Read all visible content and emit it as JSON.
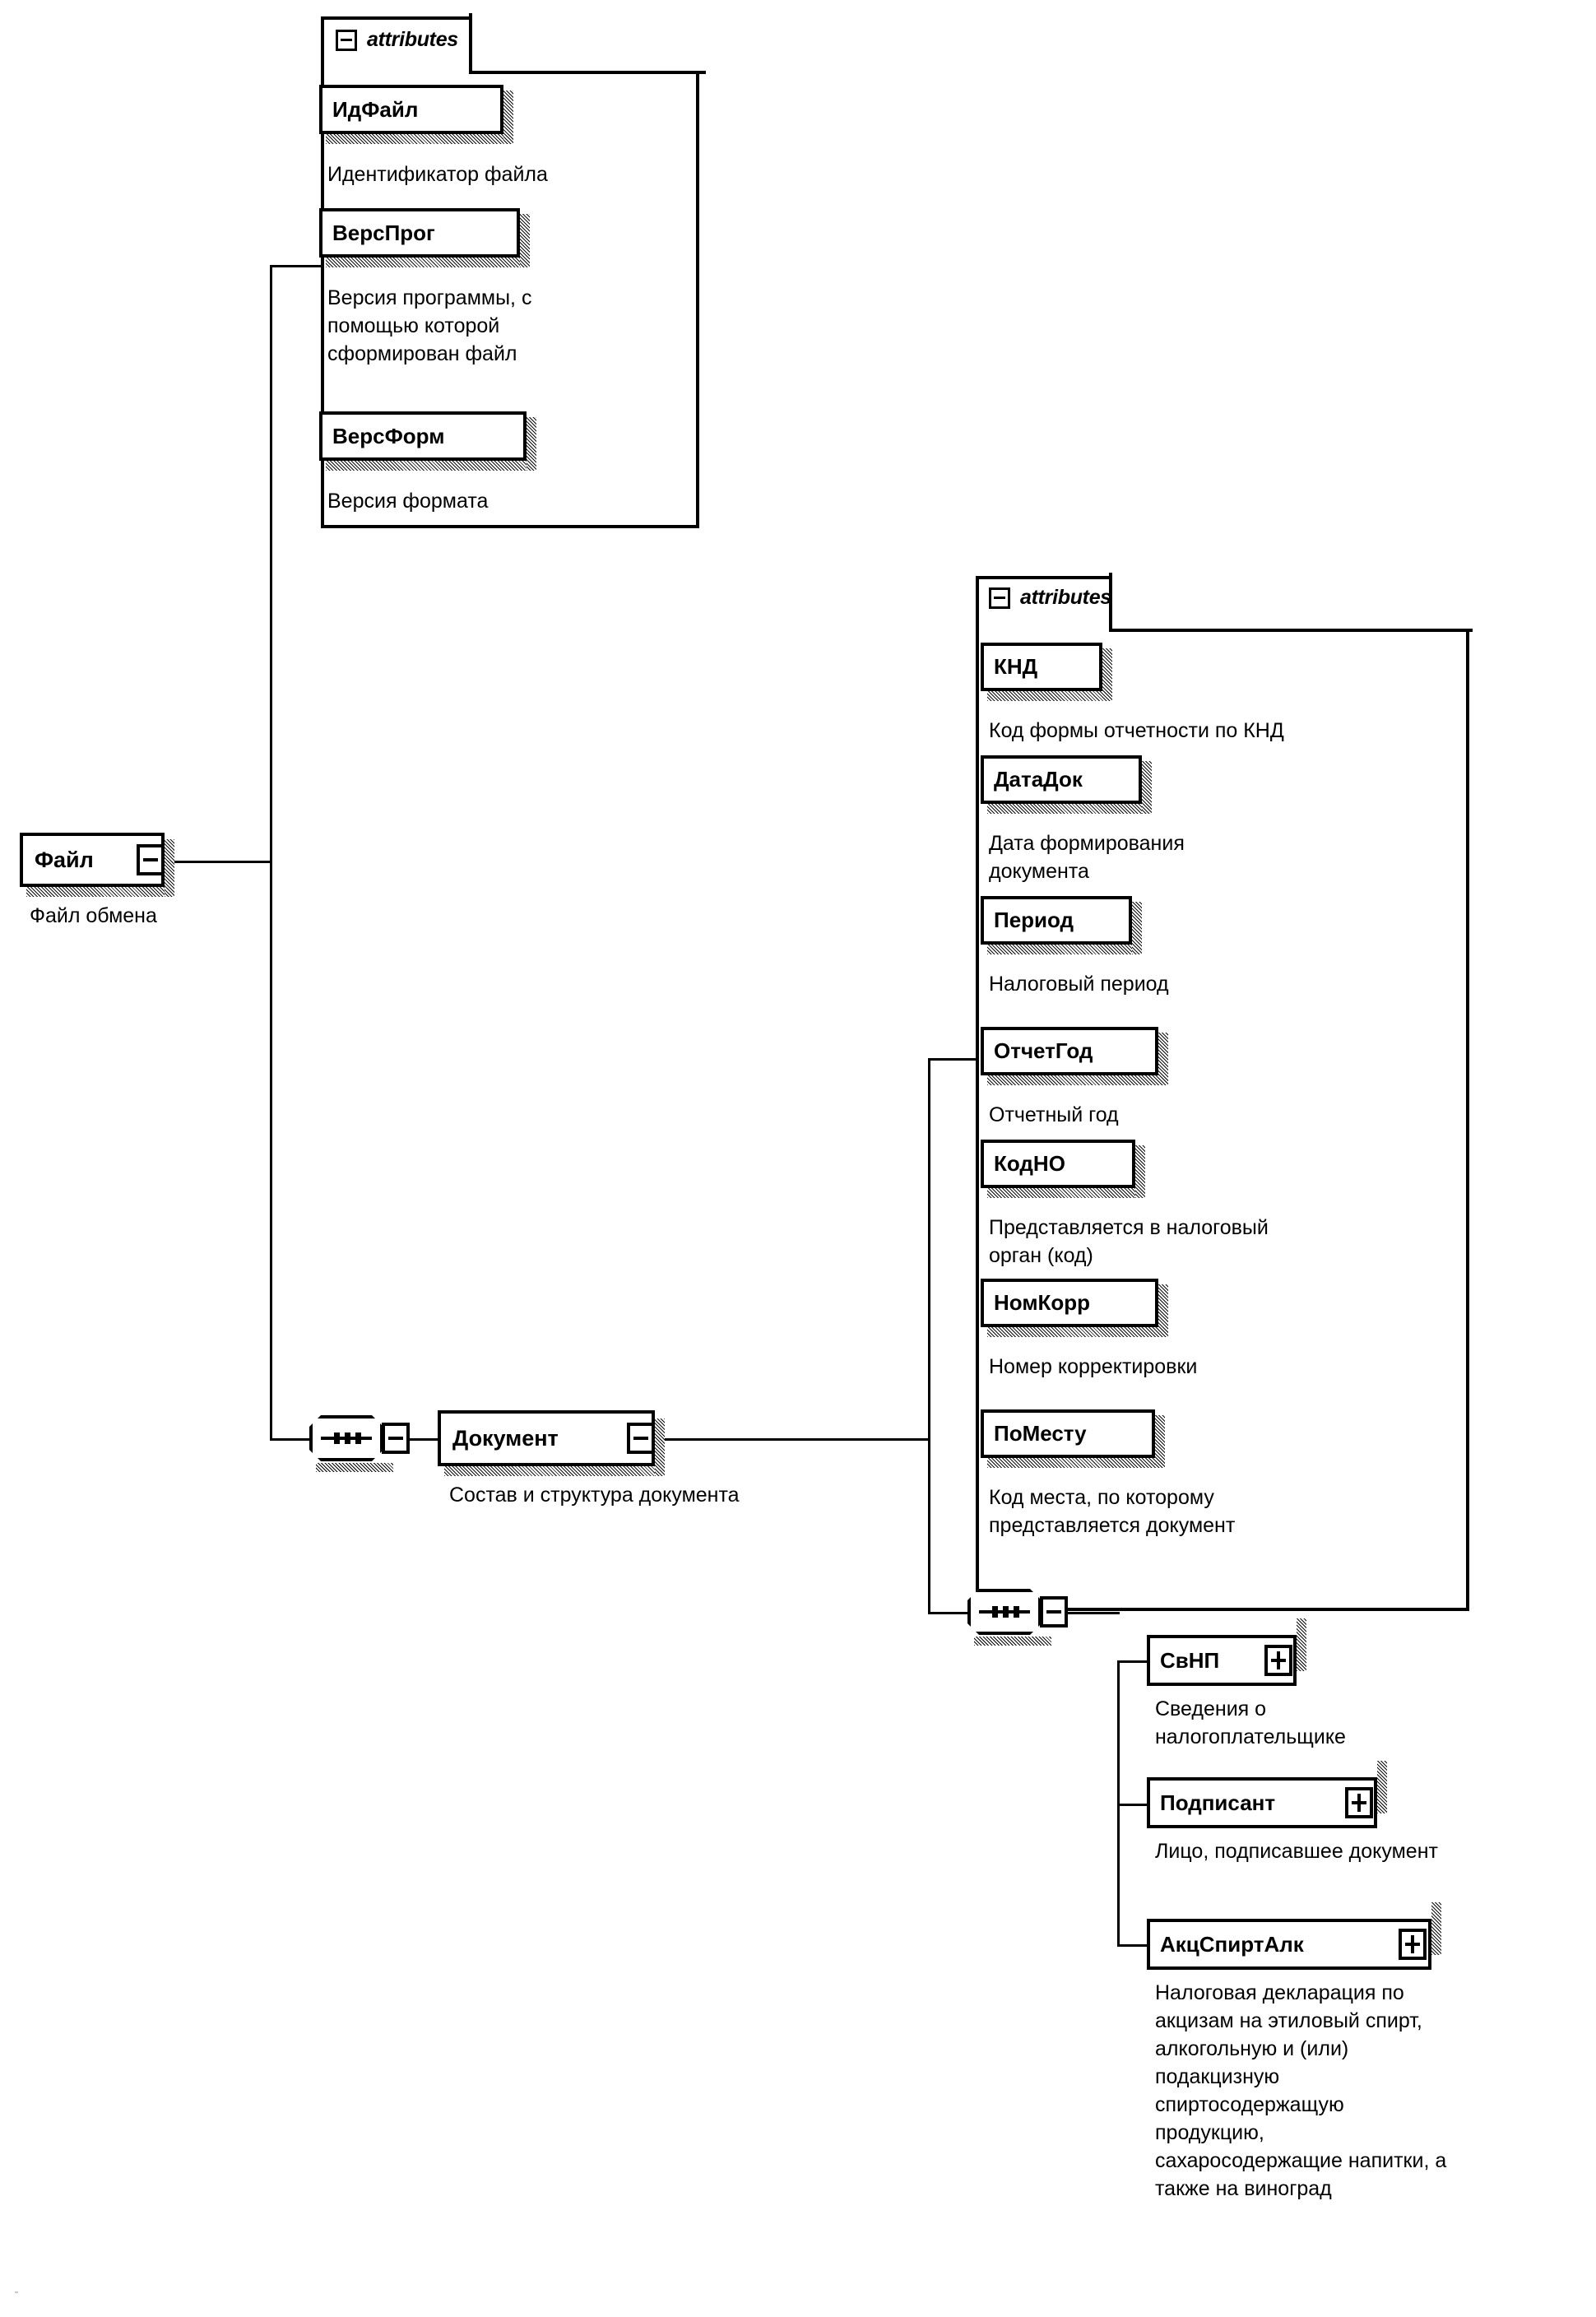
{
  "diagram": {
    "type": "xsd-schema-tree",
    "language": "ru",
    "root": {
      "name": "Файл",
      "caption": "Файл обмена",
      "toggle": "minus"
    },
    "file_attributes_group": {
      "header_label": "attributes",
      "toggle_icon": "minus-icon",
      "items": [
        {
          "name": "ИдФайл",
          "caption": "Идентификатор файла"
        },
        {
          "name": "ВерсПрог",
          "caption": "Версия программы, с\nпомощью которой\nсформирован файл"
        },
        {
          "name": "ВерсФорм",
          "caption": "Версия формата"
        }
      ]
    },
    "document": {
      "name": "Документ",
      "caption": "Состав и структура документа",
      "toggle": "minus",
      "compositor": "sequence"
    },
    "document_attributes_group": {
      "header_label": "attributes",
      "toggle_icon": "minus-icon",
      "items": [
        {
          "name": "КНД",
          "caption": "Код формы отчетности по КНД"
        },
        {
          "name": "ДатаДок",
          "caption": "Дата формирования\nдокумента"
        },
        {
          "name": "Период",
          "caption": "Налоговый период"
        },
        {
          "name": "ОтчетГод",
          "caption": "Отчетный год"
        },
        {
          "name": "КодНО",
          "caption": "Представляется в налоговый\nорган (код)"
        },
        {
          "name": "НомКорр",
          "caption": "Номер корректировки"
        },
        {
          "name": "ПоМесту",
          "caption": "Код места, по которому\nпредставляется документ"
        }
      ]
    },
    "document_children": {
      "compositor": "sequence",
      "items": [
        {
          "name": "СвНП",
          "toggle": "plus",
          "caption": "Сведения о\nналогоплательщике"
        },
        {
          "name": "Подписант",
          "toggle": "plus",
          "caption": "Лицо, подписавшее документ"
        },
        {
          "name": "АкцСпиртАлк",
          "toggle": "plus",
          "caption": "Налоговая декларация по\nакцизам на этиловый спирт,\nалкогольную и (или)\nподакцизную\nспиртосодержащую\nпродукцию,\nсахаросодержащие напитки, а\nтакже на виноград"
        }
      ]
    },
    "colors": {
      "ink": "#000000",
      "paper": "#ffffff"
    }
  }
}
